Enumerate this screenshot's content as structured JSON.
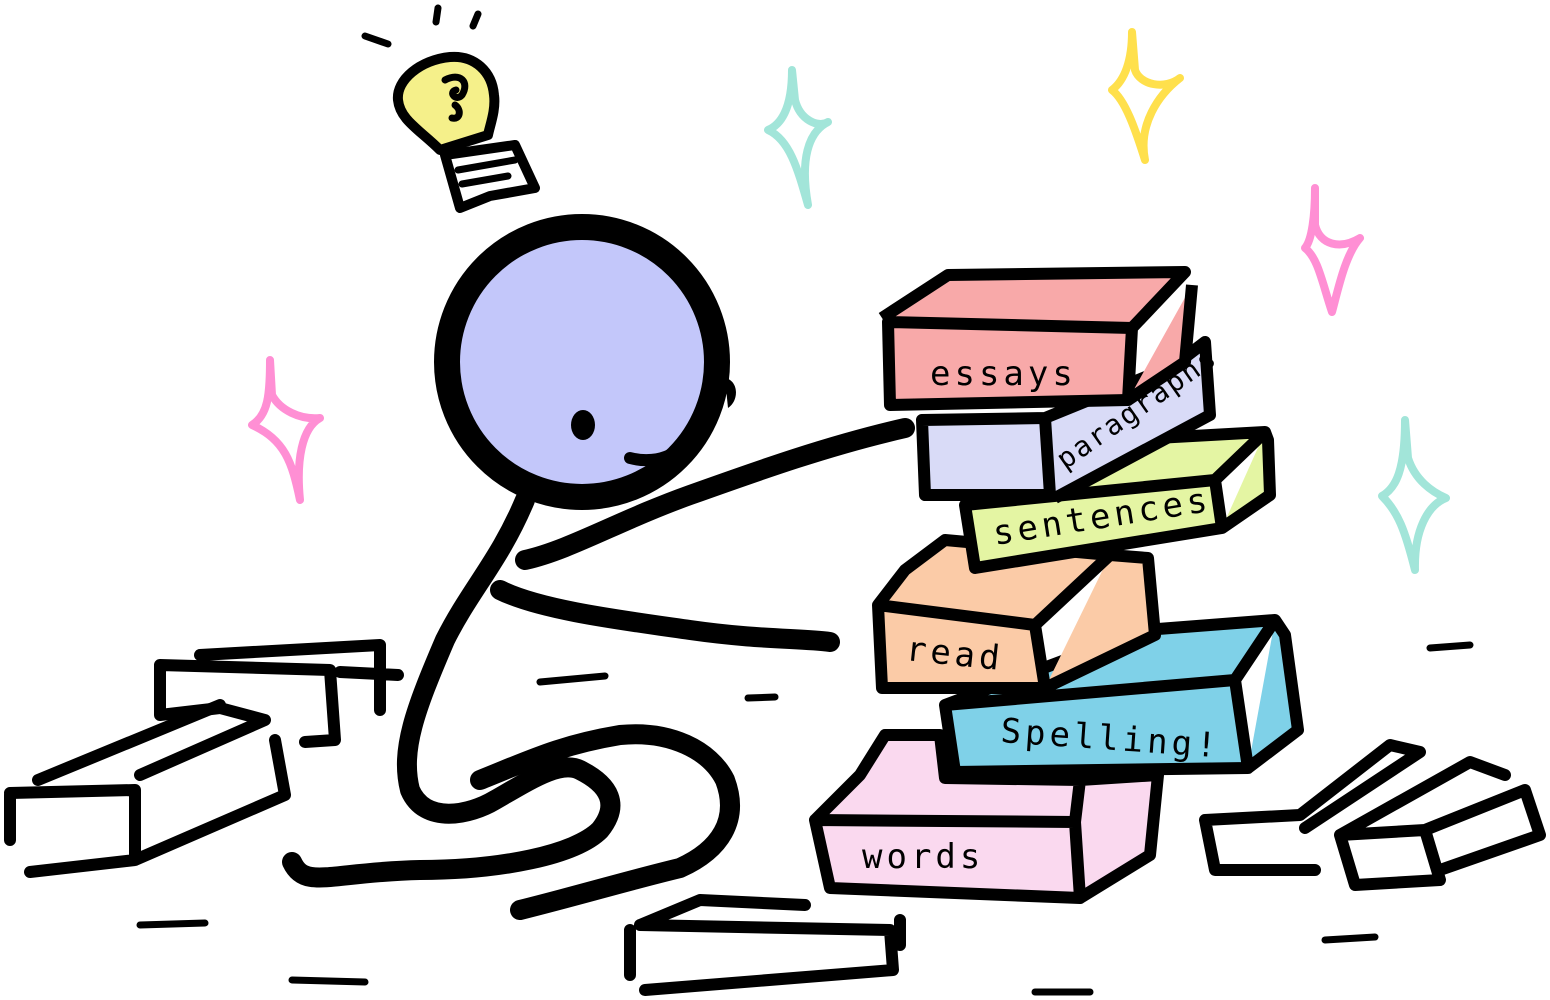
{
  "blocks": {
    "essays": {
      "label": "essays",
      "color": "#F8A9A9"
    },
    "paragraphs": {
      "label": "paragraphs",
      "color": "#D9DBF7"
    },
    "sentences": {
      "label": "sentences",
      "color": "#E4F5A3"
    },
    "read": {
      "label": "read",
      "color": "#FBCBA7"
    },
    "spelling": {
      "label": "Spelling!",
      "color": "#7FD1E8"
    },
    "words": {
      "label": "words",
      "color": "#FAD9EF"
    }
  },
  "colors": {
    "head": "#C3C7FA",
    "bulb": "#F5F08A",
    "spark_mint": "#A2E5D9",
    "spark_yellow": "#FFE04C",
    "spark_pink": "#FF8FD4"
  },
  "icons": [
    "lightbulb-icon",
    "sparkle-icon"
  ]
}
